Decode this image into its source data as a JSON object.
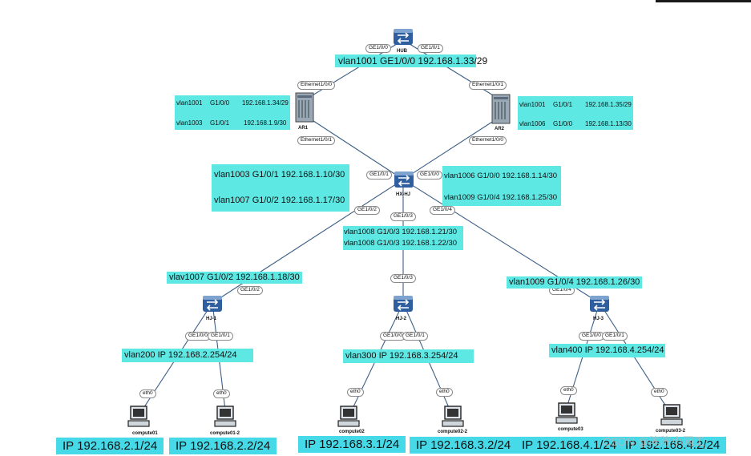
{
  "devices": {
    "hub": "HUB",
    "ar1": "AR1",
    "ar2": "AR2",
    "hx": "HX-HJ",
    "hj1": "HJ-1",
    "hj2": "HJ-2",
    "hj3": "HJ-3",
    "c01": "compute01",
    "c012": "compute01-2",
    "c02": "compute02",
    "c022": "compute02-2",
    "c03": "compute03",
    "c032": "compute03-2"
  },
  "ports": {
    "hub_left": "GE1/0/0",
    "hub_right": "GE1/0/1",
    "ar1_top": "Ethernet1/0/0",
    "ar1_bottom": "Ethernet1/0/1",
    "ar2_top": "Ethernet1/0/1",
    "ar2_bottom": "Ethernet1/0/0",
    "hx_tl": "GE1/0/1",
    "hx_tr": "GE1/0/0",
    "hx_bl": "GE1/0/2",
    "hx_bm": "GE1/0/3",
    "hx_br": "GE1/0/4",
    "hj1_up": "GE1/0/2",
    "hj1_l": "GE1/0/0",
    "hj1_r": "GE1/0/1",
    "hj2_up": "GE1/0/3",
    "hj2_l": "GE1/0/0",
    "hj2_r": "GE1/0/1",
    "hj3_up": "GE1/0/4",
    "hj3_l": "GE1/0/0",
    "hj3_r": "GE1/0/1",
    "eth0": "eth0"
  },
  "labels": {
    "hub": "vlan1001 GE1/0/0  192.168.1.33/29",
    "ar1_a_vlan": "vlan1001",
    "ar1_a_port": "G1/0/0",
    "ar1_a_ip": "192.168.1.34/29",
    "ar1_b_vlan": "vlan1003",
    "ar1_b_port": "G1/0/1",
    "ar1_b_ip": "192.168.1.9/30",
    "ar2_a_vlan": "vlan1001",
    "ar2_a_port": "G1/0/1",
    "ar2_a_ip": "192.168.1.35/29",
    "ar2_b_vlan": "vlan1006",
    "ar2_b_port": "G1/0/0",
    "ar2_b_ip": "192.168.1.13/30",
    "hx_l1": "vlan1003  G1/0/1 192.168.1.10/30",
    "hx_l2": "vlan1007 G1/0/2 192.168.1.17/30",
    "hx_r1": "vlan1006  G1/0/0 192.168.1.14/30",
    "hx_r2": "vlan1009 G1/0/4 192.168.1.25/30",
    "hx_m1": "vlan1008  G1/0/3 192.168.1.21/30",
    "hx_m2": "vlan1008 G1/0/3 192.168.1.22/30",
    "hj1_up": "vlav1007 G1/0/2 192.168.1.18/30",
    "hj3_up": "vlan1009 G1/0/4 192.168.1.26/30",
    "hj1_vlan": "vlan200  IP 192.168.2.254/24",
    "hj2_vlan": "vlan300 IP 192.168.3.254/24",
    "hj3_vlan": "vlan400 IP 192.168.4.254/24",
    "ip_c01": "IP 192.168.2.1/24",
    "ip_c012": "IP 192.168.2.2/24",
    "ip_c02": "IP 192.168.3.1/24",
    "ip_c022": "IP 192.168.3.2/24",
    "ip_c03": "IP 192.168.4.1/24",
    "ip_c032": "IP 192.168.4.2/24"
  },
  "watermark": "CSDN @陈陈小网工",
  "colors": {
    "label_bg": "#5de8e4",
    "ip_bg": "#46d9e8",
    "switch_blue": "#2f5f9e",
    "link_line": "#3d5f86"
  },
  "icons": {
    "switch": "network-switch-icon",
    "router": "router-chassis-icon",
    "pc": "computer-terminal-icon"
  }
}
